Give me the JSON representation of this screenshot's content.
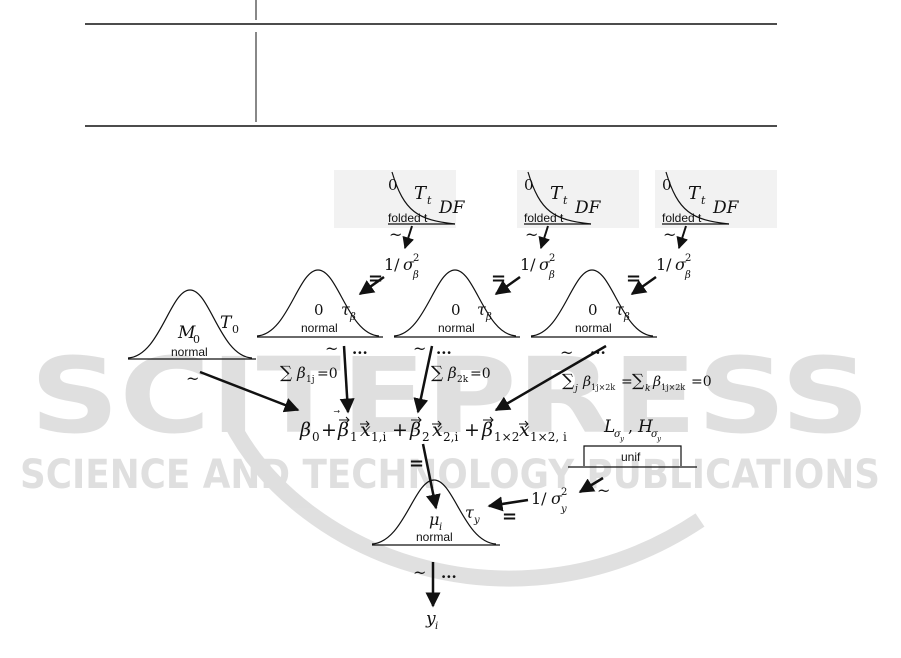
{
  "watermark": {
    "main": "SCITEPRESS",
    "sub": "SCIENCE AND TECHNOLOGY PUBLICATIONS"
  },
  "diagram": {
    "hyper_labels": {
      "zero": "0",
      "T": "T",
      "t_sub": "t",
      "DF": "DF",
      "dist": "folded t"
    },
    "precision_beta": {
      "numerator": "1/",
      "sigma": "σ",
      "sq": "2",
      "sub": "β"
    },
    "beta_priors": {
      "zero": "0",
      "tau": "τ",
      "tau_sub": "β",
      "dist": "normal"
    },
    "intercept_prior": {
      "mean": "M",
      "mean_sub": "0",
      "prec": "T",
      "prec_sub": "0",
      "dist": "normal"
    },
    "constraints": {
      "c1_sum": "∑",
      "c1_beta": "β",
      "c1_sub": "1j",
      "c1_eq": "=0",
      "c2_sum": "∑",
      "c2_beta": "β",
      "c2_sub": "2k",
      "c2_eq": "=0",
      "c3_sumj": "∑",
      "c3_j": "j",
      "c3_b1": "β",
      "c3_sub1": "1j×2k",
      "c3_eq": "=",
      "c3_sumk": "∑",
      "c3_k": "k",
      "c3_b2": "β",
      "c3_sub2": "1j×2k",
      "c3_end": "=0"
    },
    "linear_predictor": {
      "b0": "β",
      "b0_sub": "0",
      "plus": "+",
      "b1": "β",
      "b1_sub": "1",
      "x1": "x",
      "x1_sub": "1,i",
      "b2": "β",
      "b2_sub": "2",
      "x2": "x",
      "x2_sub": "2,i",
      "b12": "β",
      "b12_sub": "1×2",
      "x12": "x",
      "x12_sub": "1×2, i"
    },
    "uniform_prior": {
      "L": "L",
      "L_sub": "σ",
      "L_subsub": "y",
      "comma": ",",
      "H": "H",
      "H_sub": "σ",
      "H_subsub": "y",
      "dist": "unif"
    },
    "precision_y": {
      "numerator": "1/",
      "sigma": "σ",
      "sq": "2",
      "sub": "y"
    },
    "likelihood": {
      "mu": "μ",
      "mu_sub": "i",
      "tau": "τ",
      "tau_sub": "y",
      "dist": "normal"
    },
    "outcome": {
      "y": "y",
      "y_sub": "i"
    },
    "symbols": {
      "tilde": "~",
      "equals": "=",
      "ellipsis": "..."
    }
  }
}
